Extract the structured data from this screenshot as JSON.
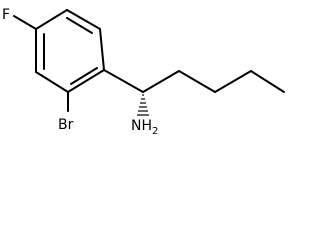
{
  "molecule": {
    "labels": {
      "fluorine": "F",
      "bromine": "Br",
      "amine": "NH",
      "amine_subscript": "2"
    },
    "line_color": "#000000",
    "background_color": "#ffffff"
  }
}
